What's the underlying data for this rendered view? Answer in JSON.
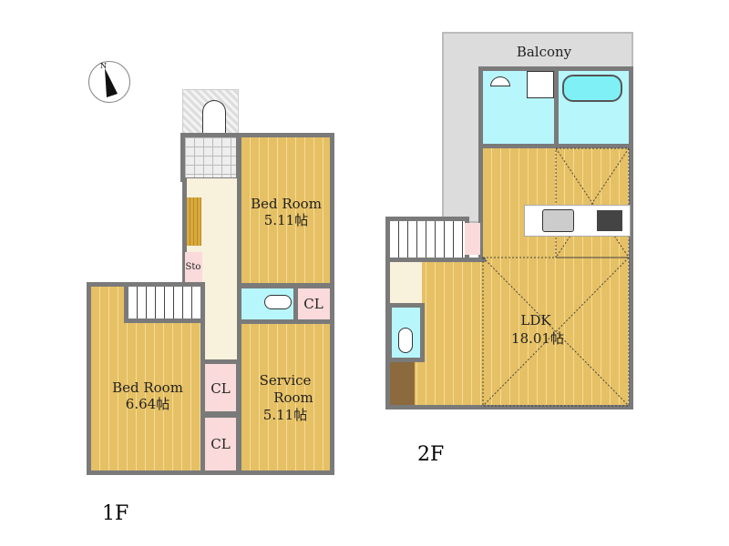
{
  "floors": [
    {
      "label": "1F",
      "rooms": [
        {
          "name": "Bed Room",
          "size": "5.11帖"
        },
        {
          "name": "Bed Room",
          "size": "6.64帖"
        },
        {
          "name": "Service",
          "name2": "Room",
          "size": "5.11帖"
        },
        {
          "name": "CL"
        },
        {
          "name": "CL"
        },
        {
          "name": "CL"
        },
        {
          "name": "Sto"
        }
      ]
    },
    {
      "label": "2F",
      "balcony": "Balcony",
      "rooms": [
        {
          "name": "LDK",
          "size": "18.01帖"
        }
      ]
    }
  ],
  "compass": {
    "label": "N"
  },
  "colors": {
    "floor": "#e6c064",
    "wall": "#7a7a7a",
    "wet": "#b7f6fb",
    "closet": "#fadada"
  }
}
